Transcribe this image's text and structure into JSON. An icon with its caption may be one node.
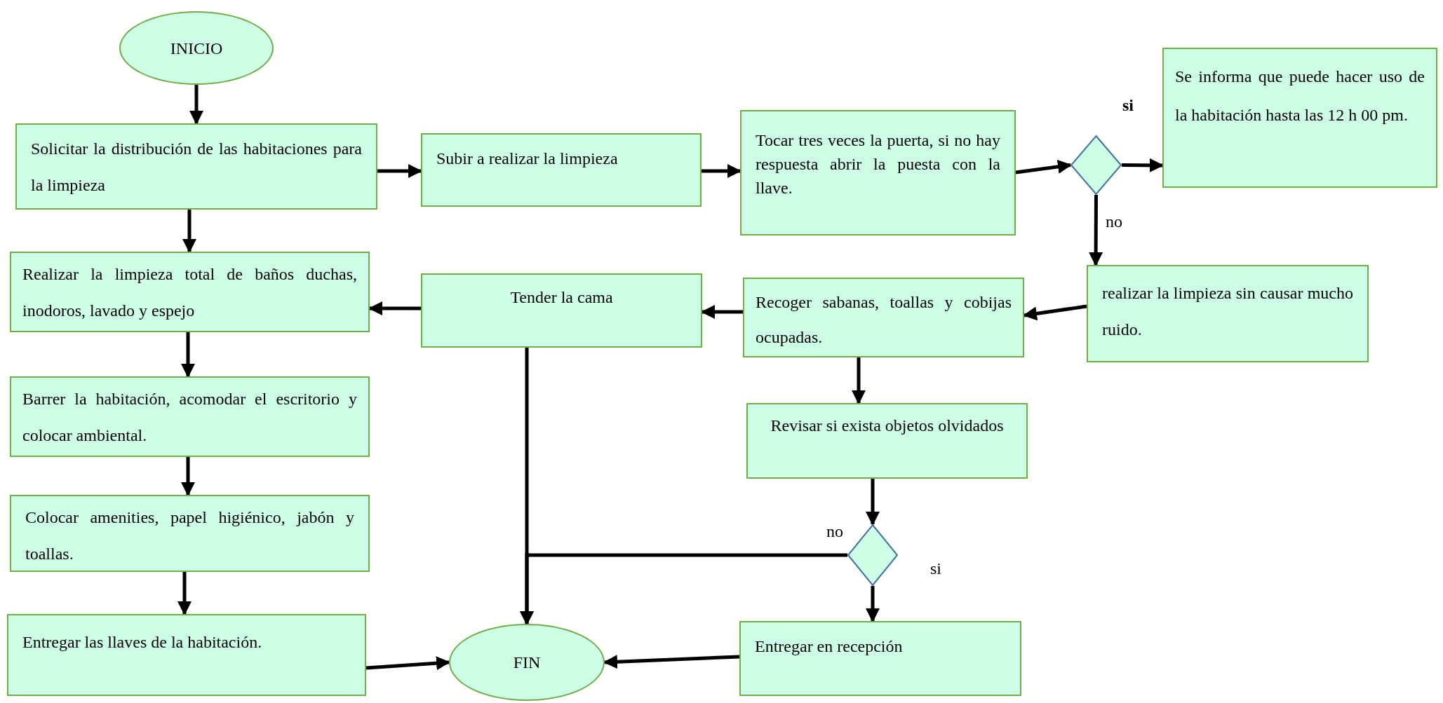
{
  "diagram": {
    "nodes": [
      {
        "text": [
          "INICIO"
        ]
      },
      {
        "text": [
          "Solicitar la distribución de las habitaciones para la limpieza"
        ]
      },
      {
        "text": [
          "Subir a realizar la limpieza"
        ]
      },
      {
        "text": [
          "Tocar tres veces la puerta, si no hay respuesta abrir la puesta con la llave."
        ]
      },
      {
        "text": [],
        "shape": "diamond"
      },
      {
        "text": [
          "Se informa que puede hacer uso de la habitación hasta las 12 h 00 pm."
        ]
      },
      {
        "text": [
          "realizar la limpieza sin causar mucho ruido."
        ]
      },
      {
        "text": [
          "Recoger sabanas, toallas y cobijas ocupadas."
        ]
      },
      {
        "text": [
          "Tender la cama"
        ]
      },
      {
        "text": [
          "Realizar la limpieza total de baños duchas, inodoros, lavado y espejo"
        ]
      },
      {
        "text": [
          "Barrer la habitación, acomodar el escritorio y colocar ambiental."
        ]
      },
      {
        "text": [
          "Colocar amenities, papel higiénico, jabón y toallas."
        ]
      },
      {
        "text": [
          "Entregar las llaves de la habitación."
        ]
      },
      {
        "text": [
          "FIN"
        ]
      },
      {
        "text": [
          "Revisar si exista objetos olvidados"
        ]
      },
      {
        "text": [],
        "shape": "diamond"
      },
      {
        "text": [
          "Entregar en recepción"
        ]
      }
    ],
    "edges": [
      {
        "from": 0,
        "to": 1,
        "arrow": "to"
      },
      {
        "from": 1,
        "to": 2,
        "arrow": "to"
      },
      {
        "from": 2,
        "to": 3,
        "arrow": "to"
      },
      {
        "from": 3,
        "to": 4,
        "arrow": "to"
      },
      {
        "from": 4,
        "to": 5,
        "arrow": "to",
        "label": "**si**"
      },
      {
        "from": 4,
        "to": 6,
        "arrow": "to",
        "label": "no"
      },
      {
        "from": 6,
        "to": 7,
        "arrow": "to"
      },
      {
        "from": 7,
        "to": 8,
        "arrow": "to"
      },
      {
        "from": 8,
        "to": 9,
        "arrow": "to"
      },
      {
        "from": 1,
        "to": 9,
        "arrow": "to"
      },
      {
        "from": 9,
        "to": 10,
        "arrow": "to"
      },
      {
        "from": 10,
        "to": 11,
        "arrow": "to"
      },
      {
        "from": 11,
        "to": 12,
        "arrow": "to"
      },
      {
        "from": 12,
        "to": 13,
        "arrow": "to"
      },
      {
        "from": 7,
        "to": 14,
        "arrow": "to"
      },
      {
        "from": 14,
        "to": 15,
        "arrow": "to"
      },
      {
        "from": 15,
        "to": 16,
        "arrow": "to",
        "label": "si"
      },
      {
        "from": 16,
        "to": 13,
        "arrow": "to"
      },
      {
        "from": 8,
        "to": 13,
        "arrow": "to"
      },
      {
        "from": 15,
        "to": 13,
        "arrow": "to",
        "label": "no"
      }
    ]
  }
}
